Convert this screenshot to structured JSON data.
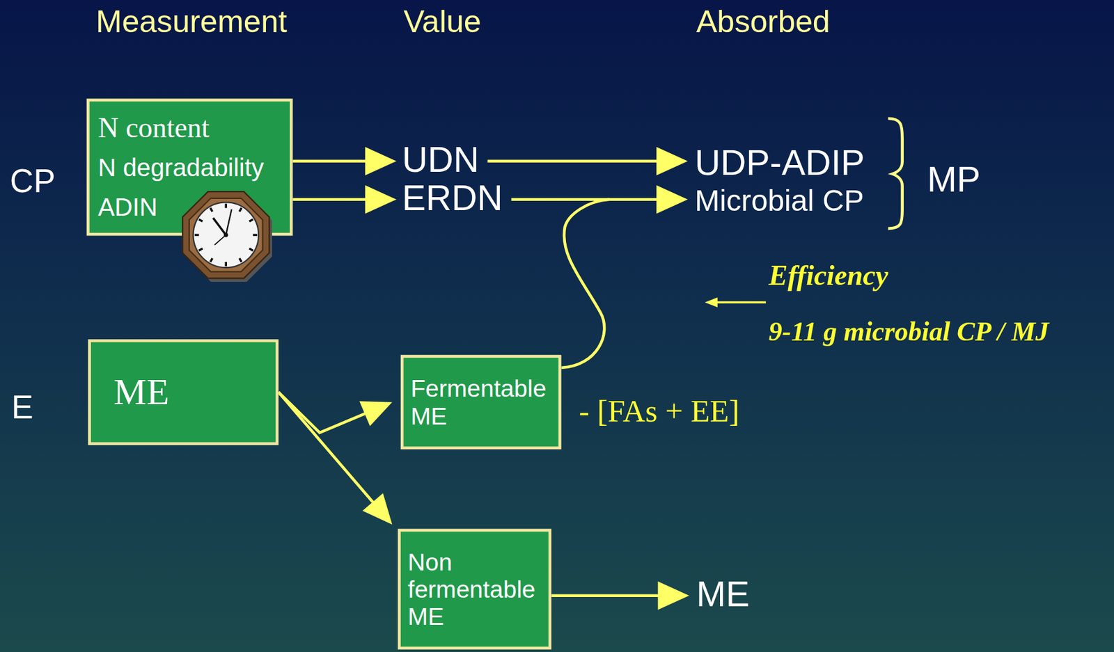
{
  "diagram": {
    "nodes": [
      {
        "text": [
          "N content",
          "N degradability",
          "ADIN"
        ]
      },
      {
        "text": [
          "ME"
        ]
      },
      {
        "text": [
          "Fermentable ME"
        ]
      },
      {
        "text": [
          "Non fermentable ME"
        ]
      }
    ],
    "edges": [
      {
        "from": 1,
        "to": 2,
        "arrow": "to"
      },
      {
        "from": 1,
        "to": 3,
        "arrow": "to"
      }
    ],
    "labels": [
      "Measurement",
      "Value",
      "Absorbed",
      "CP",
      "E",
      "UDN",
      "ERDN",
      "UDP-ADIP",
      "Microbial CP",
      "MP",
      "Efficiency",
      "9-11 g microbial CP / MJ",
      "- [FAs + EE]",
      "ME"
    ]
  }
}
